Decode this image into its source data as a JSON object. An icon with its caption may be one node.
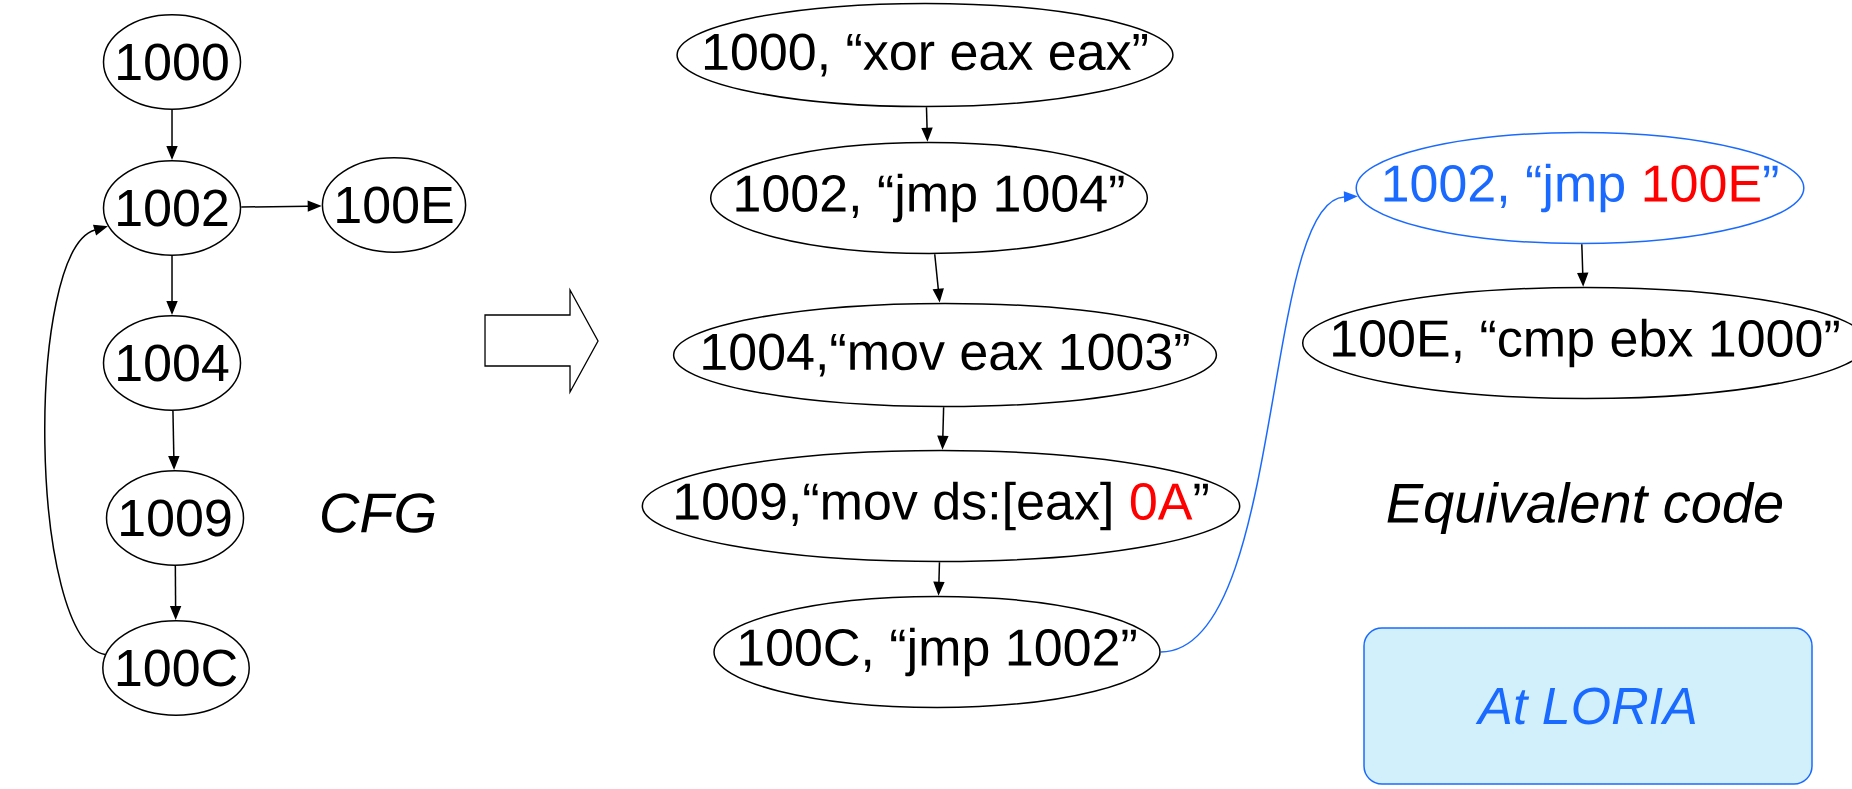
{
  "diagram": {
    "nodes": [
      {
        "text": [
          "1000"
        ]
      },
      {
        "text": [
          "1002"
        ]
      },
      {
        "text": [
          "100E"
        ]
      },
      {
        "text": [
          "1004"
        ]
      },
      {
        "text": [
          "1009"
        ]
      },
      {
        "text": [
          "100C"
        ]
      },
      {
        "text": [
          "1000, “xor eax eax”"
        ]
      },
      {
        "text": [
          "1002, “jmp 1004”"
        ]
      },
      {
        "text": [
          "1004,“mov eax 1003”"
        ]
      },
      {
        "text": [
          "1009,“mov ds:[eax]",
          "0A",
          "”"
        ]
      },
      {
        "text": [
          "100C, “jmp 1002”"
        ]
      },
      {
        "text": [
          "1002, “jmp",
          "100E",
          "”"
        ]
      },
      {
        "text": [
          "100E, “cmp ebx 1000”"
        ]
      },
      {
        "text": [
          "At LORIA"
        ]
      }
    ],
    "edges": [
      {
        "from": 0,
        "to": 1,
        "arrow": "to"
      },
      {
        "from": 1,
        "to": 2,
        "arrow": "to"
      },
      {
        "from": 1,
        "to": 3,
        "arrow": "to"
      },
      {
        "from": 3,
        "to": 4,
        "arrow": "to"
      },
      {
        "from": 4,
        "to": 5,
        "arrow": "to"
      },
      {
        "from": 5,
        "to": 1,
        "arrow": "to"
      },
      {
        "from": 6,
        "to": 7,
        "arrow": "to"
      },
      {
        "from": 7,
        "to": 8,
        "arrow": "to"
      },
      {
        "from": 8,
        "to": 9,
        "arrow": "to"
      },
      {
        "from": 9,
        "to": 10,
        "arrow": "to"
      },
      {
        "from": 10,
        "to": 11,
        "arrow": "to",
        "color": "#1a6aff"
      },
      {
        "from": 11,
        "to": 12,
        "arrow": "to"
      }
    ],
    "labels": [
      "CFG",
      "Equivalent code"
    ]
  }
}
